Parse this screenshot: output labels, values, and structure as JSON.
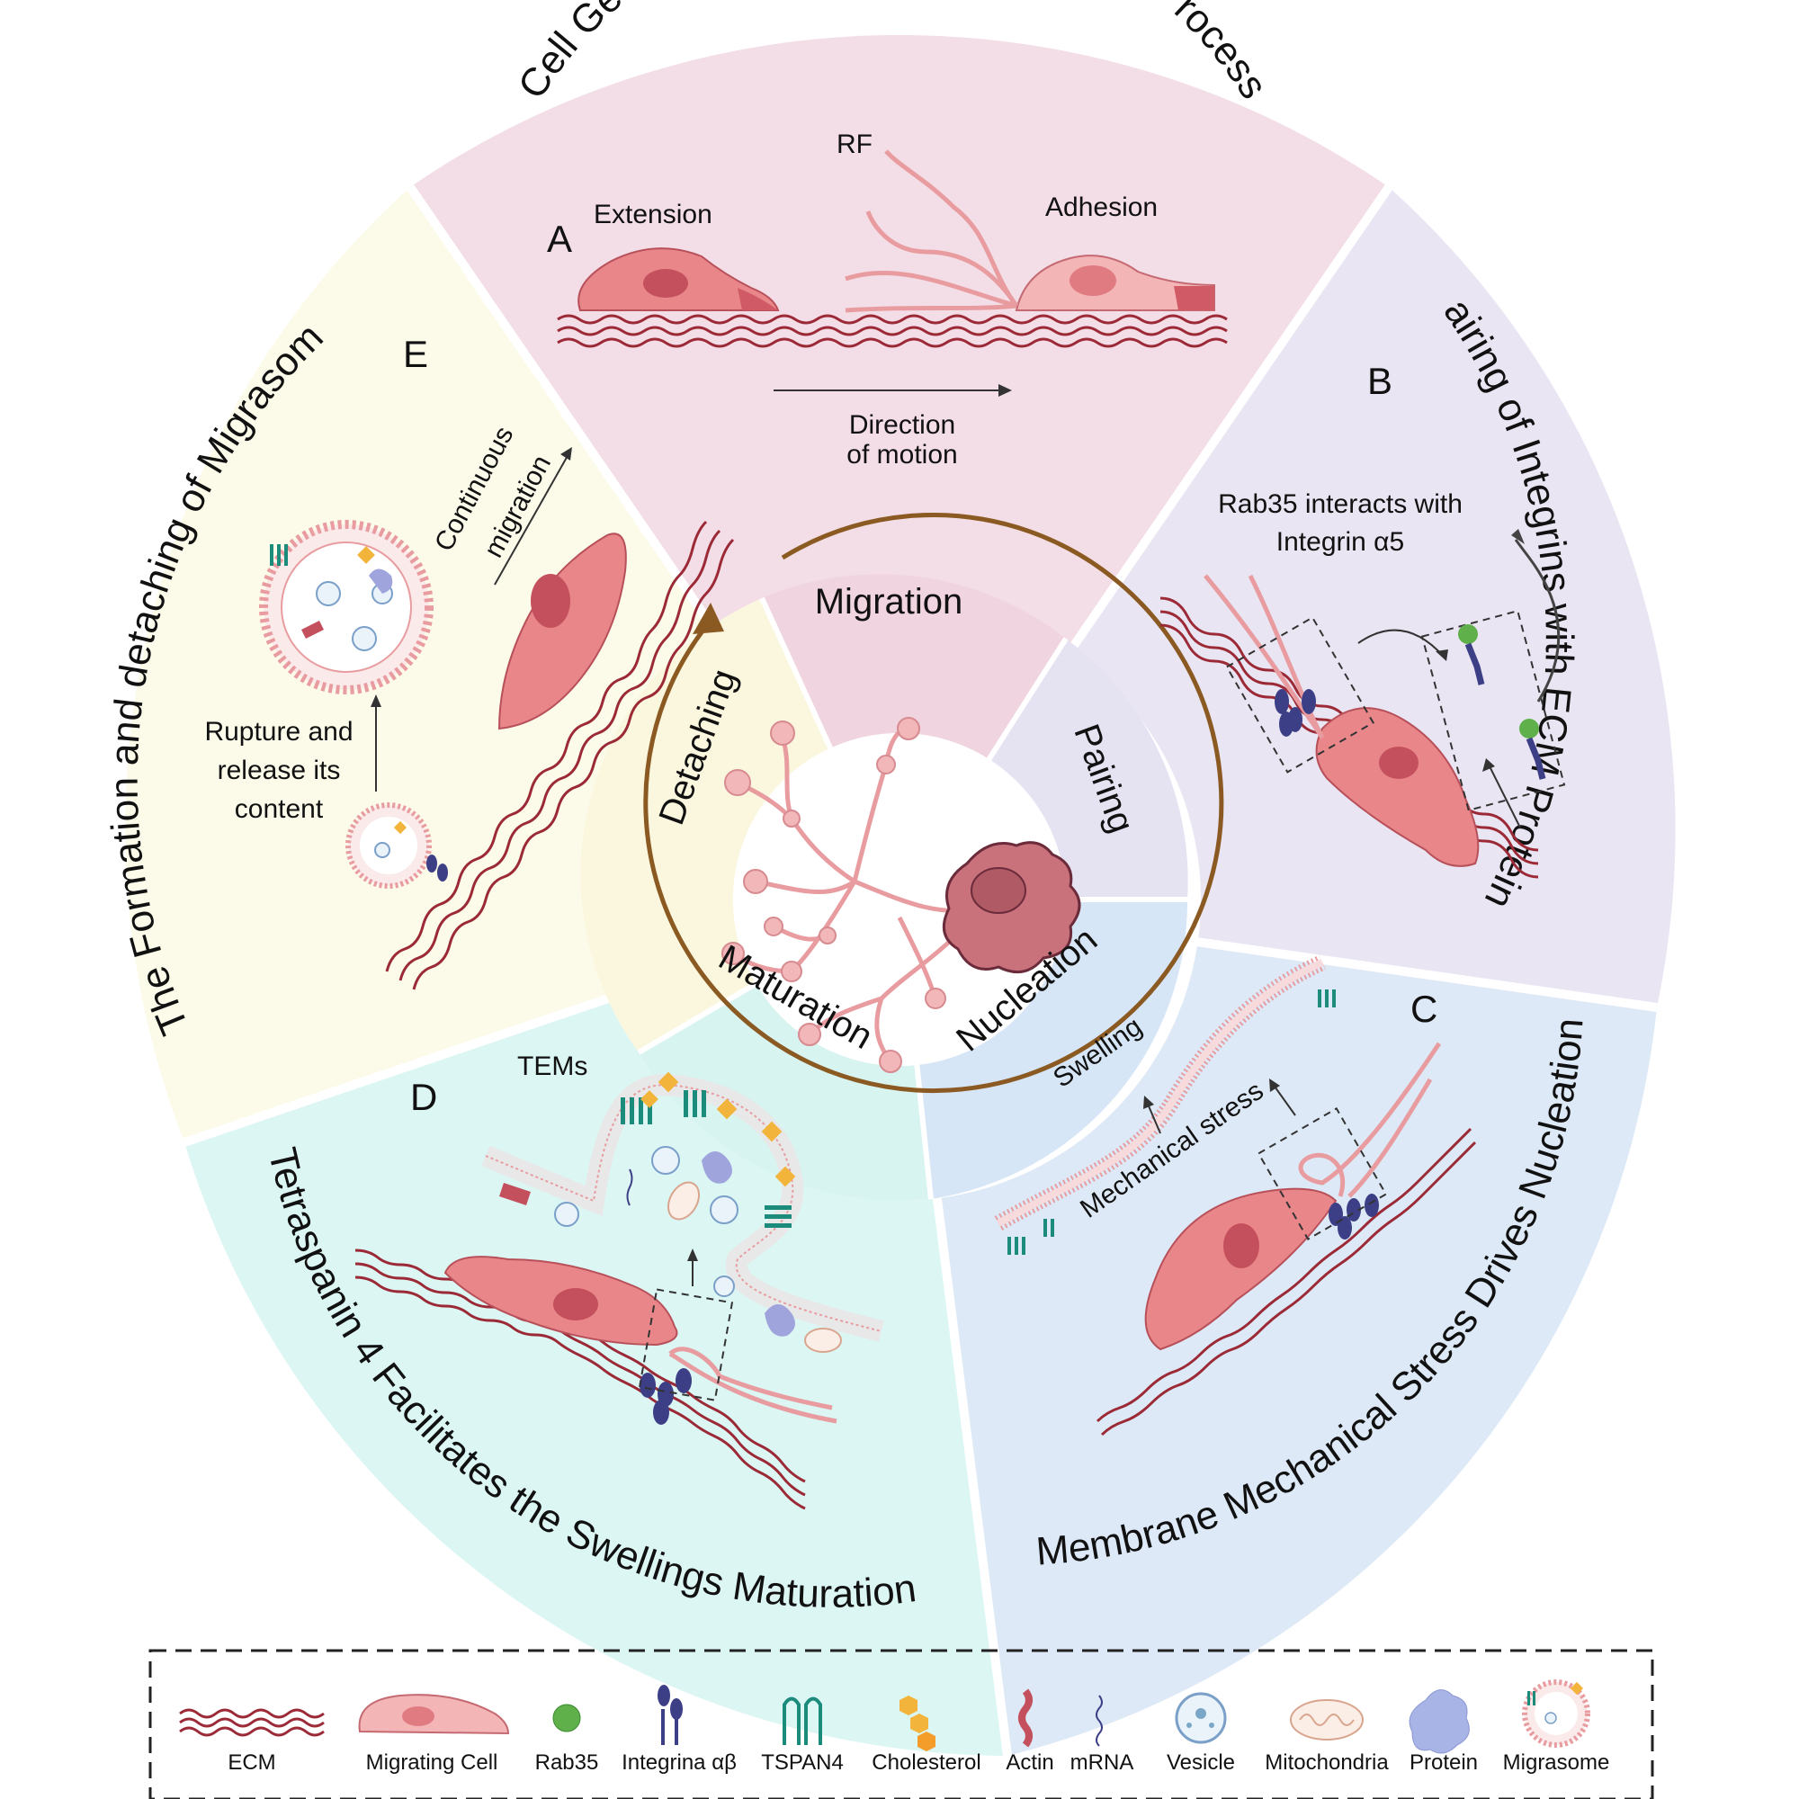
{
  "panels": {
    "A": {
      "letter": "A",
      "title": "Cell Generates RFs during its Migration Process",
      "labels": {
        "extension": "Extension",
        "rf": "RF",
        "adhesion": "Adhesion",
        "direction1": "Direction",
        "direction2": "of motion"
      },
      "color": "#f3dde6"
    },
    "B": {
      "letter": "B",
      "title": "Pairing of Integrins with ECM Proteins",
      "labels": {
        "rab1": "Rab35 interacts with",
        "rab2": "Integrin α5"
      },
      "color": "#e9e5f3"
    },
    "C": {
      "letter": "C",
      "title": "Membrane Mechanical Stress Drives Nucleation",
      "labels": {
        "swelling": "Swelling",
        "stress": "Mechanical stress"
      },
      "color": "#dde9f6"
    },
    "D": {
      "letter": "D",
      "title": "Tetraspanin 4 Facilitates the Swellings Maturation",
      "labels": {
        "tems": "TEMs"
      },
      "color": "#dcf6f4"
    },
    "E": {
      "letter": "E",
      "title": "The Formation and detaching of Migrasome",
      "labels": {
        "cont1": "Continuous",
        "cont2": "migration",
        "rup1": "Rupture and",
        "rup2": "release its",
        "rup3": "content"
      },
      "color": "#fcfbea"
    }
  },
  "stages": {
    "migration": "Migration",
    "pairing": "Pairing",
    "nucleation": "Nucleation",
    "maturation": "Maturation",
    "detaching": "Detaching"
  },
  "legend": {
    "items": [
      {
        "label": "ECM",
        "icon": "ecm-icon"
      },
      {
        "label": "Migrating Cell",
        "icon": "cell-icon"
      },
      {
        "label": "Rab35",
        "icon": "rab35-icon"
      },
      {
        "label": "Integrina αβ",
        "icon": "integrin-icon"
      },
      {
        "label": "TSPAN4",
        "icon": "tspan4-icon"
      },
      {
        "label": "Cholesterol",
        "icon": "cholesterol-icon"
      },
      {
        "label": "Actin",
        "icon": "actin-icon"
      },
      {
        "label": "mRNA",
        "icon": "mrna-icon"
      },
      {
        "label": "Vesicle",
        "icon": "vesicle-icon"
      },
      {
        "label": "Mitochondria",
        "icon": "mitochondria-icon"
      },
      {
        "label": "Protein",
        "icon": "protein-icon"
      },
      {
        "label": "Migrasome",
        "icon": "migrasome-icon"
      }
    ]
  },
  "colors": {
    "cell": "#e8868a",
    "cell_light": "#f3b5b5",
    "ecm": "#9b2a36",
    "ring": "#8b5a22",
    "rab35": "#5fb04a",
    "integrin": "#3d3f86",
    "tspan4": "#1b8b7c",
    "cholesterol": "#f2b43a"
  }
}
